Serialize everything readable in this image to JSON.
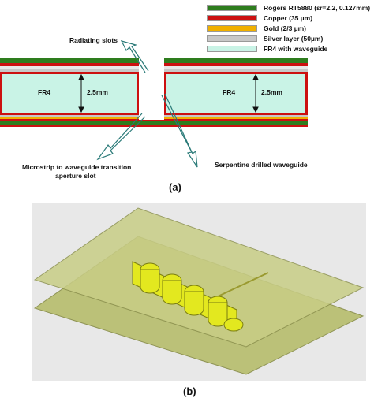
{
  "legend": [
    {
      "label": "Rogers RT5880 (εr=2.2, 0.127mm)",
      "color": "#2e7d1e"
    },
    {
      "label": "Copper (35 µm)",
      "color": "#cc1010"
    },
    {
      "label": "Gold (2/3 µm)",
      "color": "#f0b000"
    },
    {
      "label": "Silver layer (50µm)",
      "color": "#c8c8c8"
    },
    {
      "label": "FR4 with waveguide",
      "color": "#c9f3e6"
    }
  ],
  "labels": {
    "radiating_slots": "Radiating slots",
    "fr4_left": "FR4",
    "fr4_right": "FR4",
    "thickness_left": "2.5mm",
    "thickness_right": "2.5mm",
    "microstrip_line1": "Microstrip to waveguide transition",
    "microstrip_line2": "aperture slot",
    "serpentine": "Serpentine drilled waveguide"
  },
  "captions": {
    "a": "(a)",
    "b": "(b)"
  }
}
